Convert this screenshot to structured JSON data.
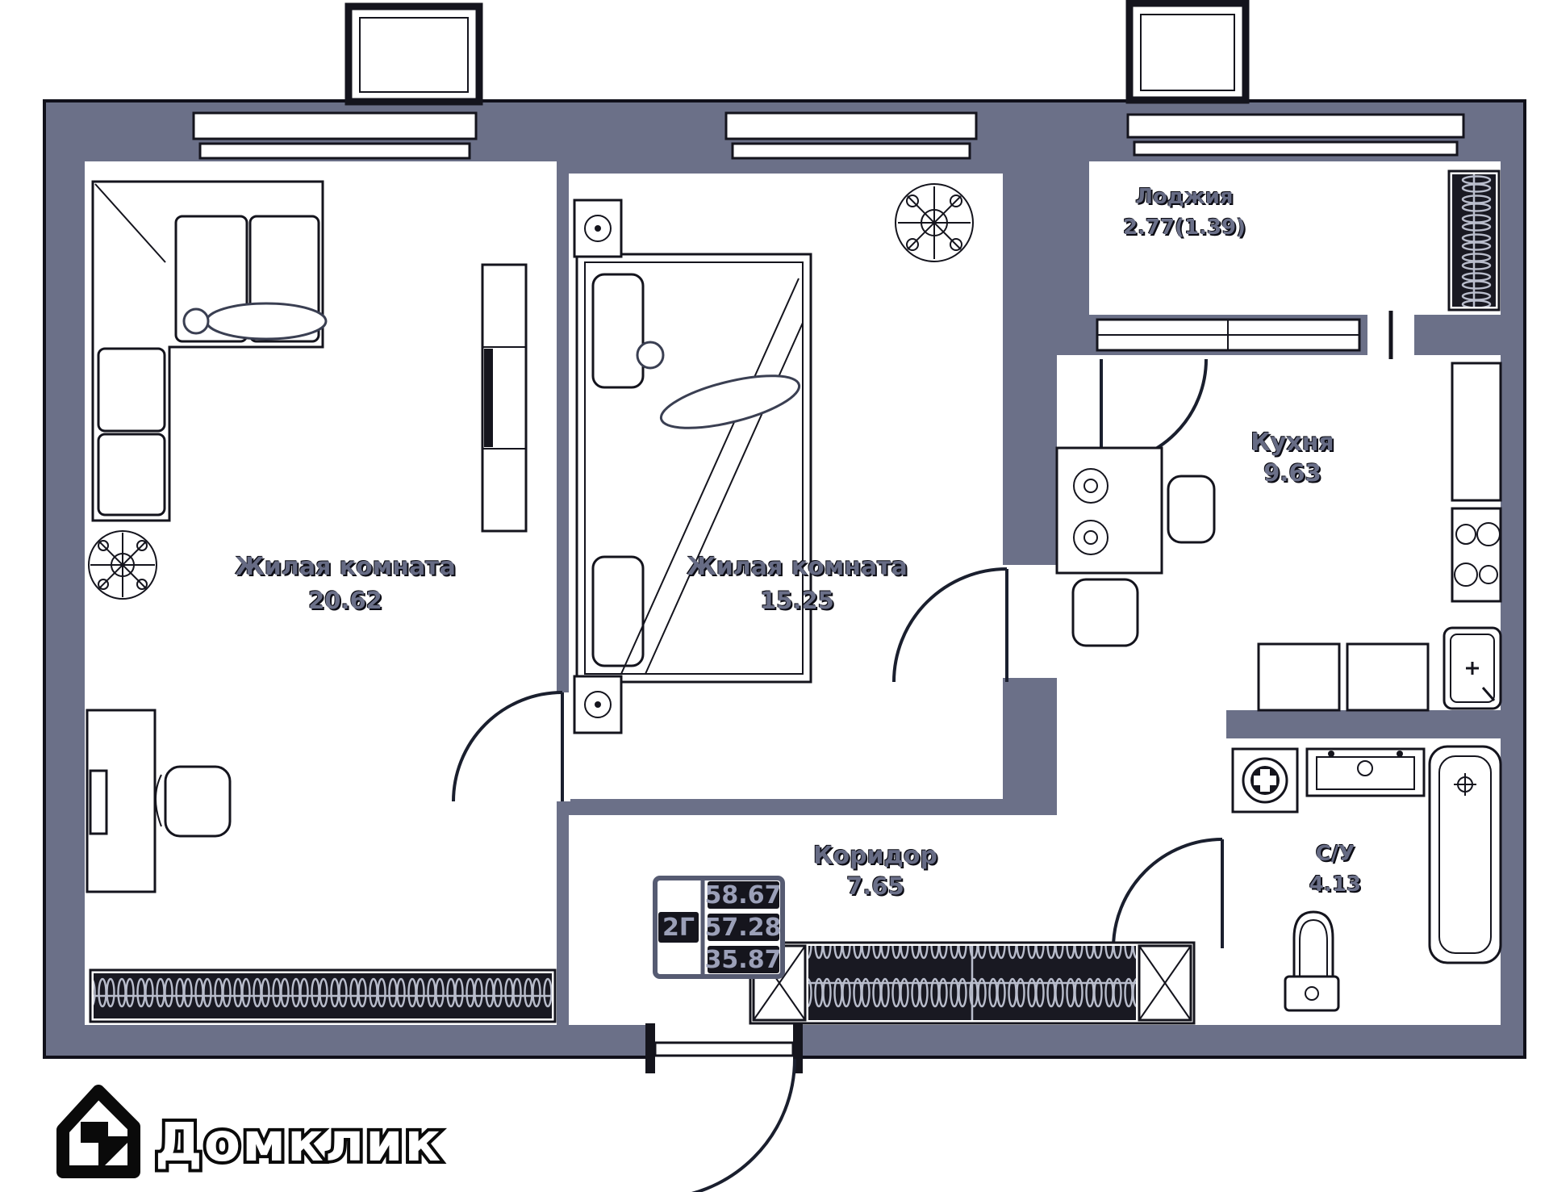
{
  "plan": {
    "kind": "apartment-floor-plan",
    "rooms": {
      "living1": {
        "label": "Жилая комната",
        "area": "20.62"
      },
      "living2": {
        "label": "Жилая комната",
        "area": "15.25"
      },
      "loggia": {
        "label": "Лоджия",
        "area": "2.77(1.39)"
      },
      "kitchen": {
        "label": "Кухня",
        "area": "9.63"
      },
      "corridor": {
        "label": "Коридор",
        "area": "7.65"
      },
      "bathroom": {
        "label": "С/У",
        "area": "4.13"
      }
    },
    "info_box": {
      "type": "2Г",
      "values": [
        "58.67",
        "57.28",
        "35.87"
      ]
    },
    "logo": {
      "text": "Домклик"
    },
    "colors": {
      "wall": "#6b7088",
      "background": "#ffffff",
      "outline": "#14141d",
      "label_text": "#666b84",
      "dark_fill": "#15151d",
      "hanger_loops": "#b9bdcc"
    }
  }
}
